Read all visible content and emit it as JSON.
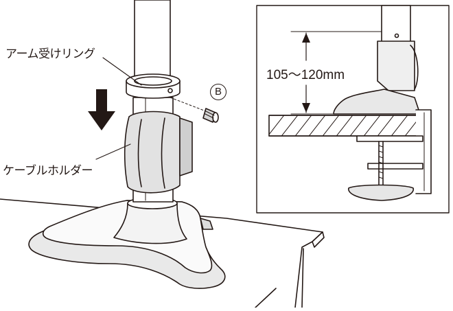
{
  "labels": {
    "arm_ring": "アーム受けリング",
    "cable_holder": "ケーブルホルダー",
    "part_b": "B",
    "height_range": "105～120mm"
  }
}
